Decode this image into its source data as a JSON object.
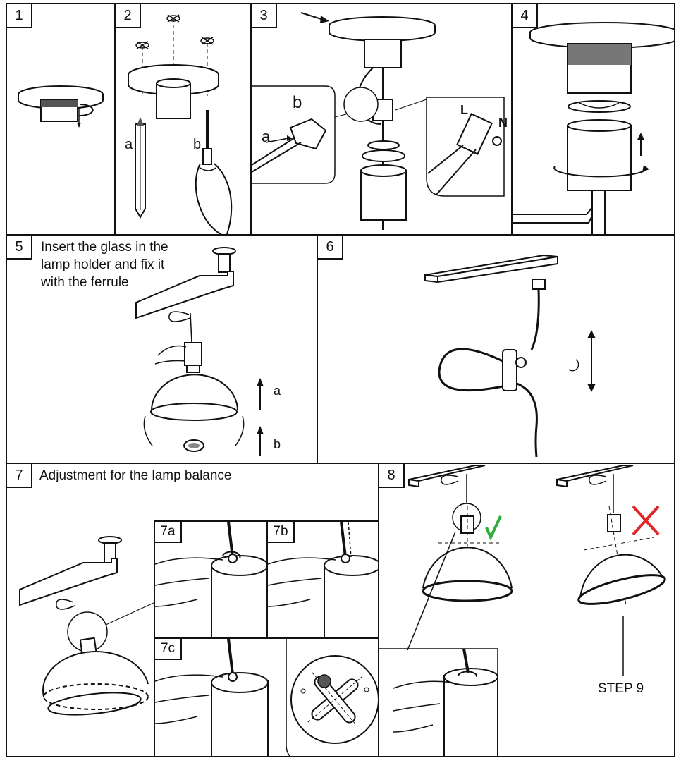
{
  "panels": {
    "p1": {
      "number": "1"
    },
    "p2": {
      "number": "2",
      "label_a": "a",
      "label_b": "b"
    },
    "p3": {
      "number": "3",
      "label_a": "a",
      "label_b": "b",
      "label_L": "L",
      "label_N": "N"
    },
    "p4": {
      "number": "4"
    },
    "p5": {
      "number": "5",
      "caption_line1": "Insert the glass in the",
      "caption_line2": "lamp holder and fix it",
      "caption_line3": "with the ferrule",
      "label_a": "a",
      "label_b": "b"
    },
    "p6": {
      "number": "6"
    },
    "p7": {
      "number": "7",
      "caption": "Adjustment for the lamp balance",
      "sub_a": "7a",
      "sub_b": "7b",
      "sub_c": "7c"
    },
    "p8": {
      "number": "8",
      "step_label": "STEP 9",
      "check_color": "#2fae3a",
      "cross_color": "#e0262b"
    }
  }
}
